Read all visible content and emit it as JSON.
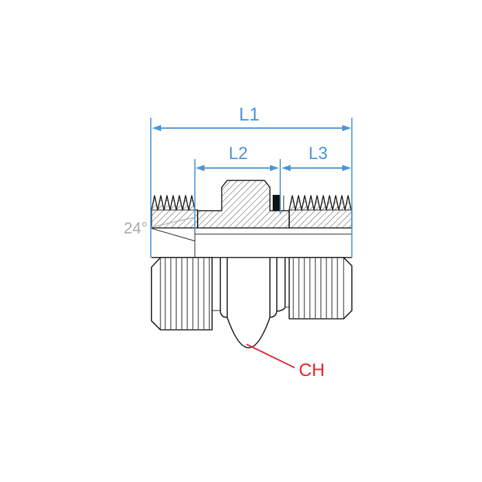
{
  "drawing": {
    "dimensions": {
      "l1": "L1",
      "l2": "L2",
      "l3": "L3"
    },
    "annotations": {
      "cone_angle": "24°",
      "wrench_size": "CH"
    },
    "colors": {
      "dimension_blue": "#4c96d7",
      "outline_black": "#1c1c1c",
      "angle_gray": "#a9a9a9",
      "callout_red": "#e0242b",
      "background": "#ffffff"
    }
  }
}
